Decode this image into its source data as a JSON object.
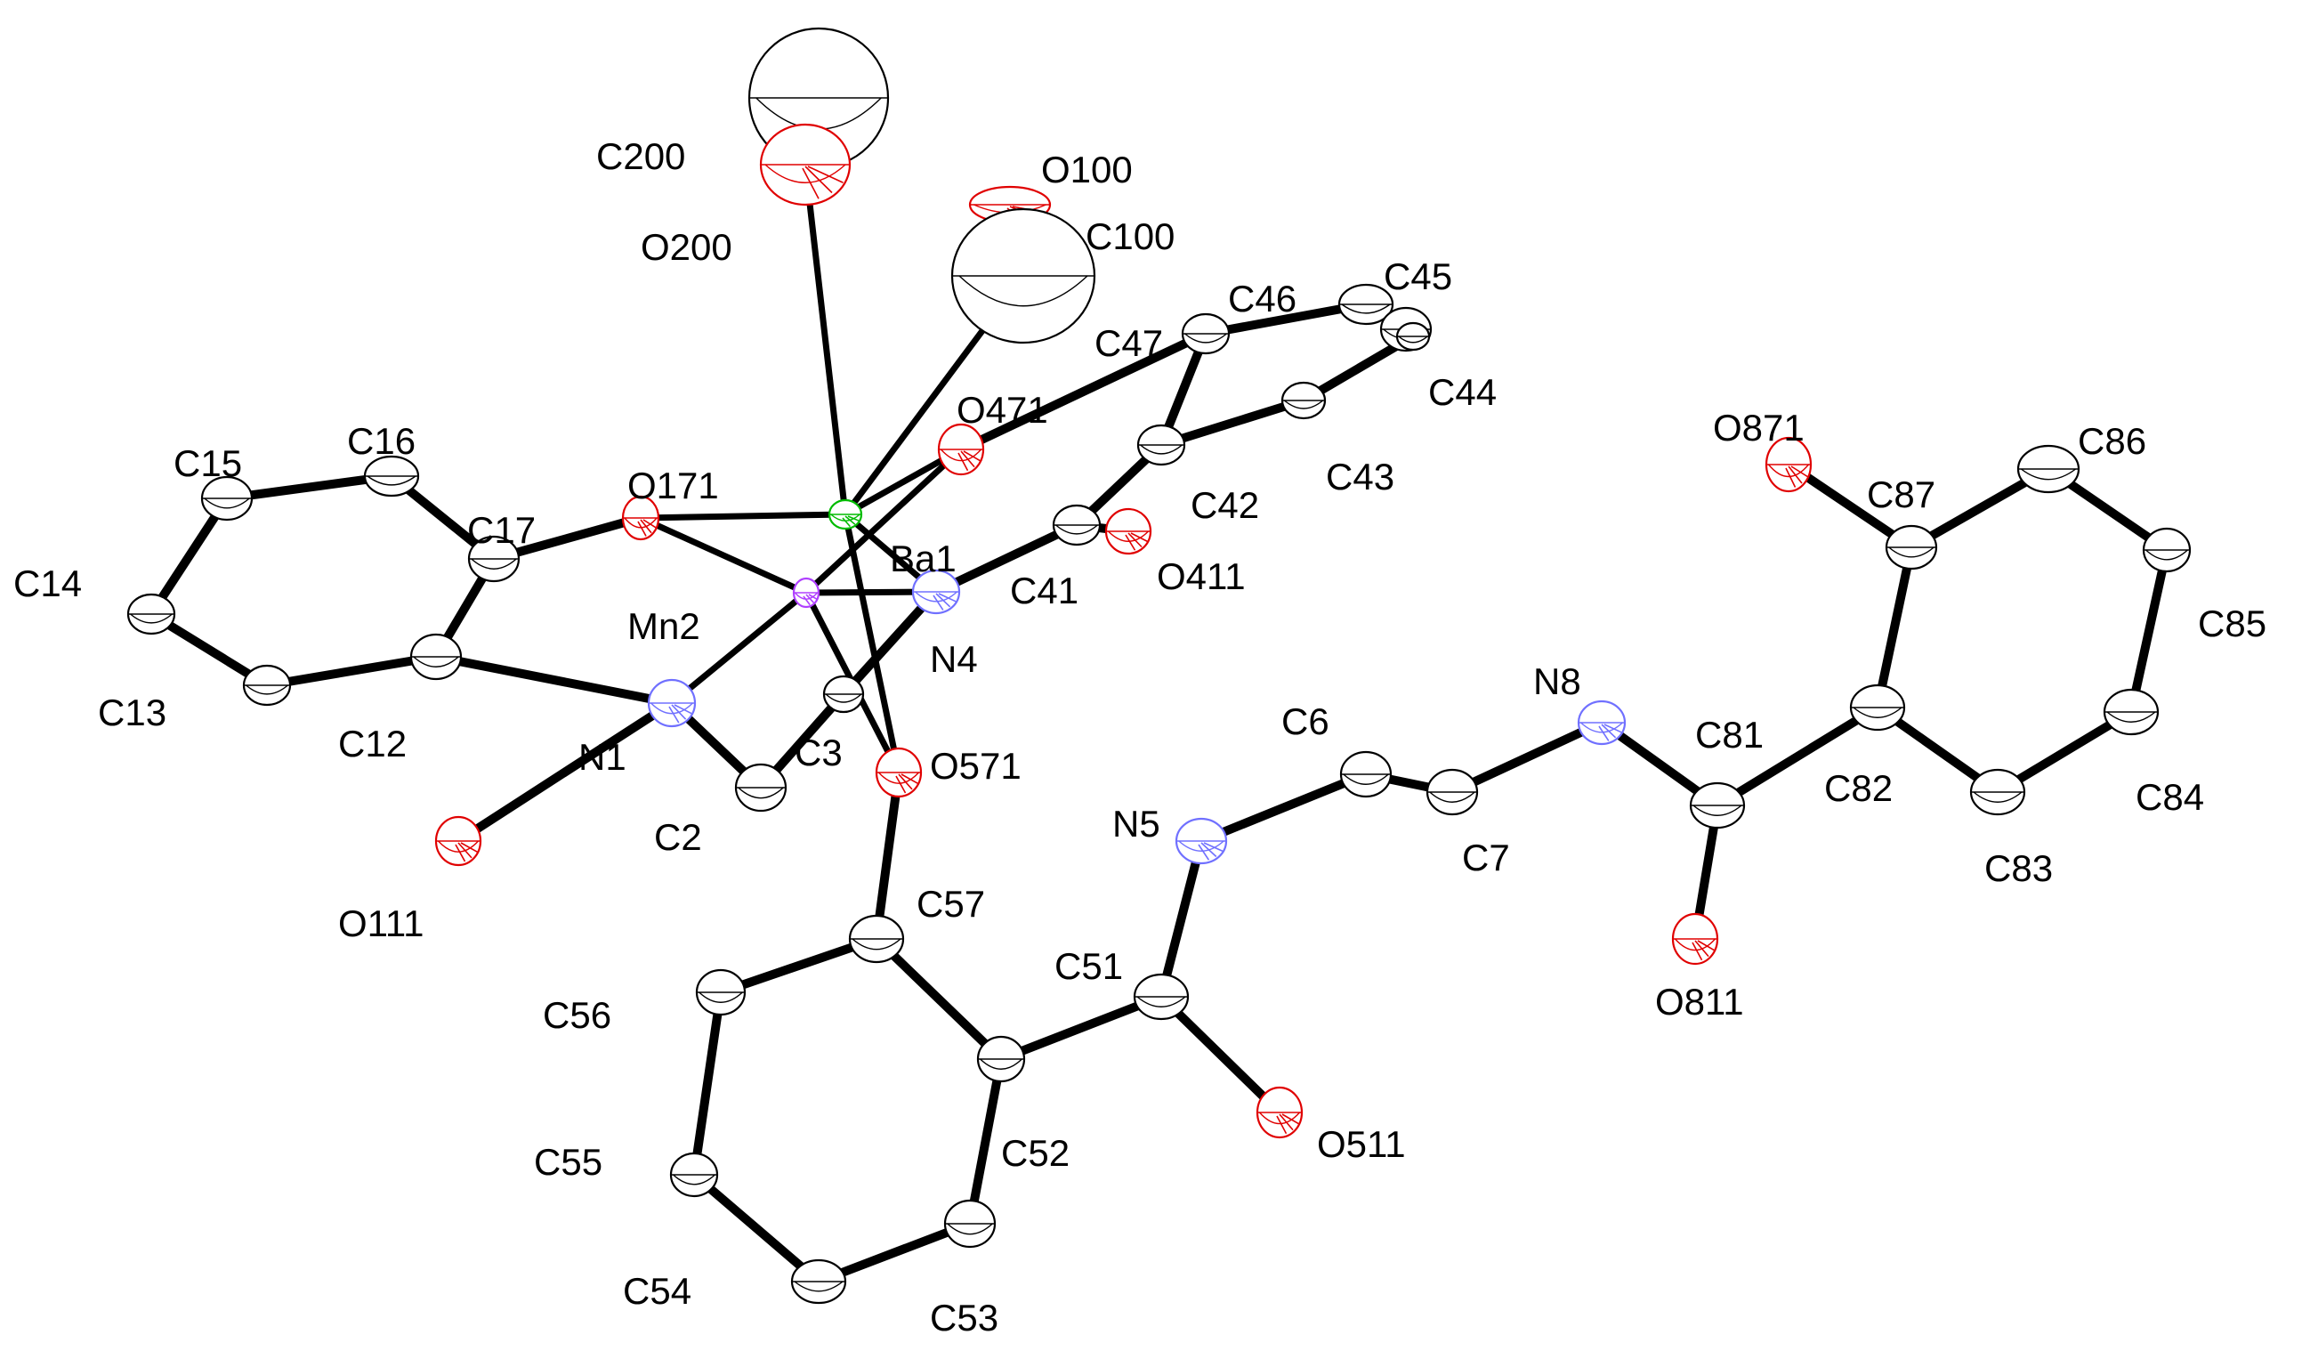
{
  "colors": {
    "background": "#ffffff",
    "bond": "#000000",
    "carbon": "#000000",
    "oxygen": "#e00000",
    "nitrogen": "#7070ff",
    "barium": "#00bb00",
    "manganese": "#b040ff",
    "label": "#000000"
  },
  "atoms": [
    {
      "id": "Ba1",
      "label": "Ba1",
      "el": "Ba"
    },
    {
      "id": "Mn2",
      "label": "Mn2",
      "el": "Mn"
    },
    {
      "id": "C200",
      "label": "C200",
      "el": "C"
    },
    {
      "id": "O200",
      "label": "O200",
      "el": "O"
    },
    {
      "id": "O100",
      "label": "O100",
      "el": "O"
    },
    {
      "id": "C100",
      "label": "C100",
      "el": "C"
    },
    {
      "id": "C46",
      "label": "C46",
      "el": "C"
    },
    {
      "id": "C45",
      "label": "C45",
      "el": "C"
    },
    {
      "id": "C47",
      "label": "C47",
      "el": "C"
    },
    {
      "id": "C44",
      "label": "C44",
      "el": "C"
    },
    {
      "id": "O471",
      "label": "O471",
      "el": "O"
    },
    {
      "id": "C43",
      "label": "C43",
      "el": "C"
    },
    {
      "id": "C42",
      "label": "C42",
      "el": "C"
    },
    {
      "id": "C41",
      "label": "C41",
      "el": "C"
    },
    {
      "id": "O411",
      "label": "O411",
      "el": "O"
    },
    {
      "id": "N4",
      "label": "N4",
      "el": "N"
    },
    {
      "id": "O171",
      "label": "O171",
      "el": "O"
    },
    {
      "id": "C16",
      "label": "C16",
      "el": "C"
    },
    {
      "id": "C15",
      "label": "C15",
      "el": "C"
    },
    {
      "id": "C17",
      "label": "C17",
      "el": "C"
    },
    {
      "id": "C14",
      "label": "C14",
      "el": "C"
    },
    {
      "id": "C13",
      "label": "C13",
      "el": "C"
    },
    {
      "id": "C12",
      "label": "C12",
      "el": "C"
    },
    {
      "id": "N1",
      "label": "N1",
      "el": "N"
    },
    {
      "id": "C2",
      "label": "C2",
      "el": "C"
    },
    {
      "id": "C3",
      "label": "C3",
      "el": "C"
    },
    {
      "id": "O111",
      "label": "O111",
      "el": "O"
    },
    {
      "id": "O571",
      "label": "O571",
      "el": "O"
    },
    {
      "id": "C57",
      "label": "C57",
      "el": "C"
    },
    {
      "id": "C56",
      "label": "C56",
      "el": "C"
    },
    {
      "id": "C55",
      "label": "C55",
      "el": "C"
    },
    {
      "id": "C54",
      "label": "C54",
      "el": "C"
    },
    {
      "id": "C53",
      "label": "C53",
      "el": "C"
    },
    {
      "id": "C52",
      "label": "C52",
      "el": "C"
    },
    {
      "id": "C51",
      "label": "C51",
      "el": "C"
    },
    {
      "id": "O511",
      "label": "O511",
      "el": "O"
    },
    {
      "id": "N5",
      "label": "N5",
      "el": "N"
    },
    {
      "id": "C6",
      "label": "C6",
      "el": "C"
    },
    {
      "id": "C7",
      "label": "C7",
      "el": "C"
    },
    {
      "id": "N8",
      "label": "N8",
      "el": "N"
    },
    {
      "id": "C81",
      "label": "C81",
      "el": "C"
    },
    {
      "id": "O811",
      "label": "O811",
      "el": "O"
    },
    {
      "id": "C82",
      "label": "C82",
      "el": "C"
    },
    {
      "id": "C83",
      "label": "C83",
      "el": "C"
    },
    {
      "id": "C84",
      "label": "C84",
      "el": "C"
    },
    {
      "id": "C85",
      "label": "C85",
      "el": "C"
    },
    {
      "id": "C86",
      "label": "C86",
      "el": "C"
    },
    {
      "id": "C87",
      "label": "C87",
      "el": "C"
    },
    {
      "id": "O871",
      "label": "O871",
      "el": "O"
    }
  ],
  "bonds": [
    [
      "Ba1",
      "O200"
    ],
    [
      "Ba1",
      "C100"
    ],
    [
      "Ba1",
      "O471"
    ],
    [
      "Ba1",
      "O171"
    ],
    [
      "Ba1",
      "N4"
    ],
    [
      "Ba1",
      "O571"
    ],
    [
      "Mn2",
      "O171"
    ],
    [
      "Mn2",
      "O471"
    ],
    [
      "Mn2",
      "N4"
    ],
    [
      "Mn2",
      "N1"
    ],
    [
      "Mn2",
      "O571"
    ],
    [
      "O200",
      "C200"
    ],
    [
      "O100",
      "C100"
    ],
    [
      "O471",
      "C47"
    ],
    [
      "C47",
      "C46"
    ],
    [
      "C46",
      "C45"
    ],
    [
      "C45",
      "C44"
    ],
    [
      "C44",
      "C43"
    ],
    [
      "C43",
      "C42"
    ],
    [
      "C42",
      "C47"
    ],
    [
      "C42",
      "C41"
    ],
    [
      "C41",
      "O411"
    ],
    [
      "C41",
      "N4"
    ],
    [
      "N4",
      "C3"
    ],
    [
      "C3",
      "C2"
    ],
    [
      "C2",
      "N1"
    ],
    [
      "O171",
      "C17"
    ],
    [
      "C17",
      "C16"
    ],
    [
      "C16",
      "C15"
    ],
    [
      "C15",
      "C14"
    ],
    [
      "C14",
      "C13"
    ],
    [
      "C13",
      "C12"
    ],
    [
      "C12",
      "C17"
    ],
    [
      "C12",
      "N1"
    ],
    [
      "N1",
      "O111"
    ],
    [
      "O571",
      "C57"
    ],
    [
      "C57",
      "C56"
    ],
    [
      "C56",
      "C55"
    ],
    [
      "C55",
      "C54"
    ],
    [
      "C54",
      "C53"
    ],
    [
      "C53",
      "C52"
    ],
    [
      "C52",
      "C57"
    ],
    [
      "C52",
      "C51"
    ],
    [
      "C51",
      "O511"
    ],
    [
      "C51",
      "N5"
    ],
    [
      "N5",
      "C6"
    ],
    [
      "C6",
      "C7"
    ],
    [
      "C7",
      "N8"
    ],
    [
      "N8",
      "C81"
    ],
    [
      "C81",
      "O811"
    ],
    [
      "C81",
      "C82"
    ],
    [
      "C82",
      "C83"
    ],
    [
      "C83",
      "C84"
    ],
    [
      "C84",
      "C85"
    ],
    [
      "C85",
      "C86"
    ],
    [
      "C86",
      "C87"
    ],
    [
      "C87",
      "C82"
    ],
    [
      "C87",
      "O871"
    ]
  ]
}
